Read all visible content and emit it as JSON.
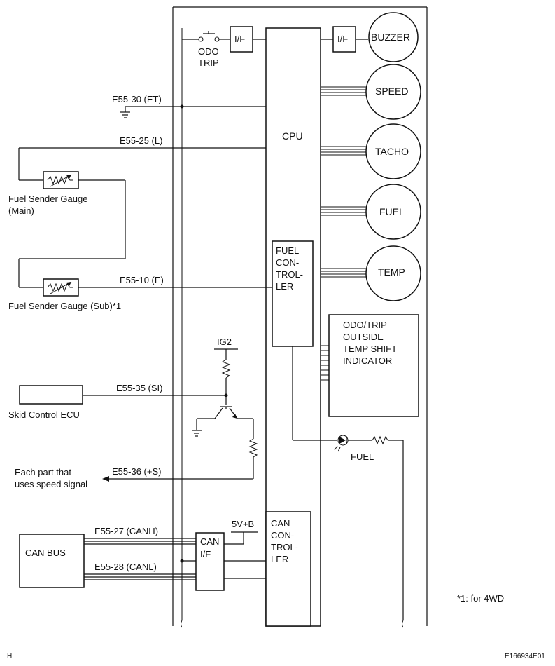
{
  "meter": {
    "cpu": "CPU",
    "if_odo": "I/F",
    "if_buzzer": "I/F",
    "buzzer": "BUZZER",
    "gauges": [
      "SPEED",
      "TACHO",
      "FUEL",
      "TEMP"
    ],
    "fuel_controller": [
      "FUEL",
      "CON-",
      "TROL-",
      "LER"
    ],
    "odo_display": [
      "ODO/TRIP",
      "OUTSIDE",
      "TEMP SHIFT",
      "INDICATOR"
    ],
    "can_controller": [
      "CAN",
      "CON-",
      "TROL-",
      "LER"
    ],
    "can_if": [
      "CAN",
      "I/F"
    ],
    "ig2": "IG2",
    "supply": "5V+B",
    "fuel_lamp": "FUEL"
  },
  "switch": {
    "label": [
      "ODO",
      "TRIP"
    ]
  },
  "terminals": {
    "et": "E55-30 (ET)",
    "l": "E55-25 (L)",
    "e": "E55-10 (E)",
    "si": "E55-35 (SI)",
    "s": "E55-36 (+S)",
    "canh": "E55-27 (CANH)",
    "canl": "E55-28 (CANL)"
  },
  "external": {
    "sender_main": [
      "Fuel Sender Gauge",
      "(Main)"
    ],
    "sender_sub": "Fuel Sender Gauge (Sub)*1",
    "skid_ecu": "Skid Control ECU",
    "speed_parts": [
      "Each part that",
      "uses speed signal"
    ],
    "can_bus": "CAN BUS"
  },
  "notes": {
    "footnote": "*1: for 4WD",
    "corner_left": "H",
    "corner_right": "E166934E01"
  }
}
